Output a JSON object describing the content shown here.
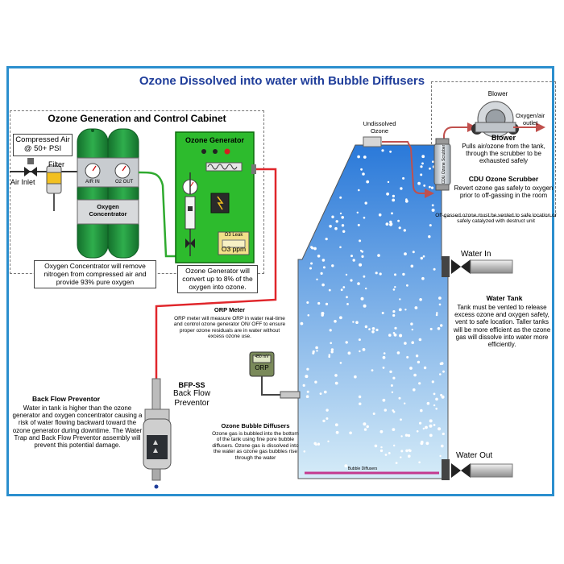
{
  "title": "Ozone Dissolved into water with Bubble Diffusers",
  "cabinet": {
    "title": "Ozone Generation and Control Cabinet",
    "compressed_air": "Compressed Air\n@ 50+ PSI",
    "air_inlet": "Air Inlet",
    "filter": "Filter",
    "air_in": "AIR IN",
    "o2_out": "O2 OUT",
    "concentrator_label": "Oxygen\nConcentrator",
    "concentrator_note": "Oxygen Concentrator will remove nitrogen from compressed air and provide 93% pure oxygen"
  },
  "generator": {
    "title": "Ozone Generator",
    "leak_label": "O3 Leak",
    "ppm_label": "O3 ppm",
    "note": "Ozone Generator will convert up to 8% of the oxygen into ozone."
  },
  "blower": {
    "top_label": "Blower",
    "outlet": "Oxygen/air\noutlet",
    "heading": "Blower",
    "desc": "Pulls air/ozone from the tank, through the scrubber to be exhausted safely",
    "scrubber_heading": "CDU Ozone Scrubber",
    "scrubber_desc": "Revert ozone gas safely to oxygen prior to off-gassing in the room",
    "scrubber_body": "CDU Ozone Scrubber",
    "offgas_note": "Off-gassed ozone must be vented to safe location or safely catalyzed with destruct unit"
  },
  "tank": {
    "undissolved": "Undissolved\nOzone",
    "water_in": "Water In",
    "water_out": "Water Out",
    "heading": "Water Tank",
    "desc": "Tank must be vented to release excess ozone and oxygen safety, vent to safe location. Taller tanks will be more efficient as the ozone gas will dissolve into water more efficiently.",
    "diffuser_label": "Bubble Diffusers"
  },
  "orp": {
    "heading": "ORP Meter",
    "desc": "ORP meter will measure ORP in water real-time and control ozone generator ON/ OFF to ensure proper ozone residuals are in water without excess ozone use.",
    "display": "450 mV",
    "label": "ORP"
  },
  "bfp": {
    "code": "BFP-SS",
    "name": "Back Flow\nPreventor",
    "heading": "Back Flow Preventor",
    "desc": "Water in tank is higher than the ozone generator and oxygen concentrator causing a risk of water flowing backward toward the ozone generator during downtime.  The Water Trap and Back Flow Preventor assembly will prevent this potential damage."
  },
  "diffusers": {
    "heading": "Ozone Bubble Diffusers",
    "desc": "Ozone gas is bubbled into the bottom of the tank using fine pore bubble diffusers.  Ozone gas is dissolved into the water as ozone gas bubbles rise through the water"
  },
  "colors": {
    "accent": "#2b8fce",
    "title": "#1f3d9a",
    "generator_green": "#2dbb2d",
    "cylinder_green": "#1f8f3a",
    "ozone_line": "#e0262b",
    "oxygen_line": "#2faa2f",
    "offgas_line": "#c0504d",
    "water_top": "#2a79d9",
    "water_bottom": "#cfe6f5"
  }
}
